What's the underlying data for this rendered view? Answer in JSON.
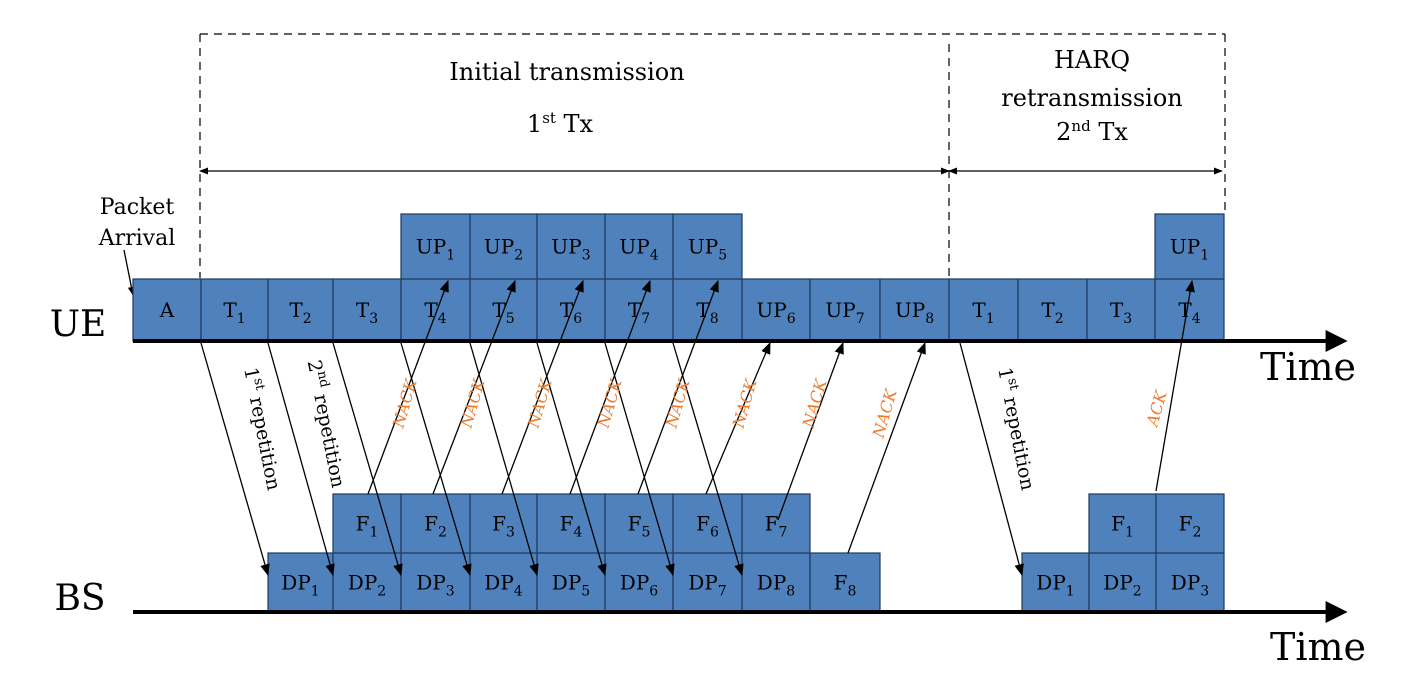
{
  "header": {
    "initial": {
      "line1": "Initial transmission",
      "tx_base": "1",
      "tx_sup": "st",
      "tx_tail": " Tx"
    },
    "harq": {
      "line1": "HARQ",
      "line2": "retransmission",
      "tx_base": "2",
      "tx_sup": "nd",
      "tx_tail": "  Tx"
    }
  },
  "labels": {
    "packet_arrival_1": "Packet",
    "packet_arrival_2": "Arrival",
    "ue": "UE",
    "bs": "BS",
    "time_top": "Time",
    "time_bottom": "Time"
  },
  "ue_row": [
    {
      "b": "A",
      "s": ""
    },
    {
      "b": "T",
      "s": "1"
    },
    {
      "b": "T",
      "s": "2"
    },
    {
      "b": "T",
      "s": "3"
    },
    {
      "b": "T",
      "s": "4"
    },
    {
      "b": "T",
      "s": "5"
    },
    {
      "b": "T",
      "s": "6"
    },
    {
      "b": "T",
      "s": "7"
    },
    {
      "b": "T",
      "s": "8"
    },
    {
      "b": "UP",
      "s": "6"
    },
    {
      "b": "UP",
      "s": "7"
    },
    {
      "b": "UP",
      "s": "8"
    },
    {
      "b": "T",
      "s": "1"
    },
    {
      "b": "T",
      "s": "2"
    },
    {
      "b": "T",
      "s": "3"
    },
    {
      "b": "T",
      "s": "4"
    }
  ],
  "ue_up": [
    {
      "b": "UP",
      "s": "1"
    },
    {
      "b": "UP",
      "s": "2"
    },
    {
      "b": "UP",
      "s": "3"
    },
    {
      "b": "UP",
      "s": "4"
    },
    {
      "b": "UP",
      "s": "5"
    },
    {
      "b": "UP",
      "s": "1"
    }
  ],
  "bs_dp": [
    {
      "b": "DP",
      "s": "1"
    },
    {
      "b": "DP",
      "s": "2"
    },
    {
      "b": "DP",
      "s": "3"
    },
    {
      "b": "DP",
      "s": "4"
    },
    {
      "b": "DP",
      "s": "5"
    },
    {
      "b": "DP",
      "s": "6"
    },
    {
      "b": "DP",
      "s": "7"
    },
    {
      "b": "DP",
      "s": "8"
    },
    {
      "b": "F",
      "s": "8"
    },
    {
      "b": "DP",
      "s": "1"
    },
    {
      "b": "DP",
      "s": "2"
    },
    {
      "b": "DP",
      "s": "3"
    }
  ],
  "bs_f": [
    {
      "b": "F",
      "s": "1"
    },
    {
      "b": "F",
      "s": "2"
    },
    {
      "b": "F",
      "s": "3"
    },
    {
      "b": "F",
      "s": "4"
    },
    {
      "b": "F",
      "s": "5"
    },
    {
      "b": "F",
      "s": "6"
    },
    {
      "b": "F",
      "s": "7"
    },
    {
      "b": "F",
      "s": "1"
    },
    {
      "b": "F",
      "s": "2"
    }
  ],
  "repetitions": [
    {
      "base": "1",
      "sup": "st",
      "tail": " repetition"
    },
    {
      "base": "2",
      "sup": "nd",
      "tail": " repetition"
    },
    {
      "base": "1",
      "sup": "st",
      "tail": " repetition"
    }
  ],
  "feedback": [
    "NACK",
    "NACK",
    "NACK",
    "NACK",
    "NACK",
    "NACK",
    "NACK",
    "NACK",
    "ACK"
  ],
  "colors": {
    "box": "#4f81bd",
    "feedback": "#ed7d31"
  }
}
